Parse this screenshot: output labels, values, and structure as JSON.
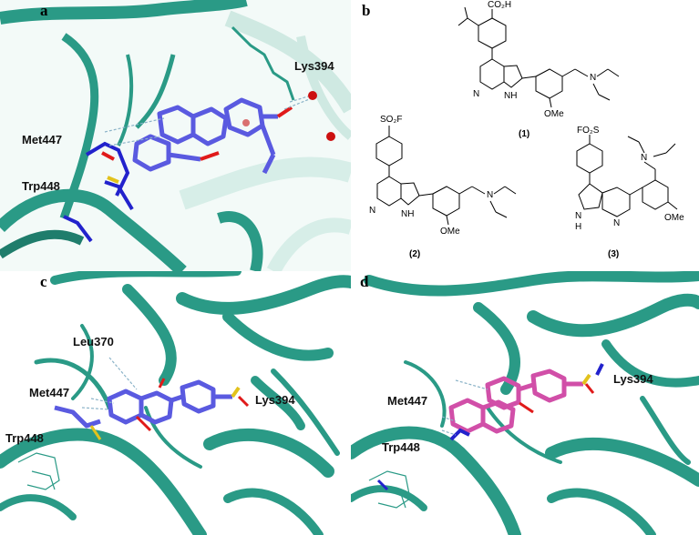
{
  "panels": {
    "a": {
      "label": "a",
      "residues": {
        "lys": "Lys394",
        "met": "Met447",
        "trp": "Trp448"
      }
    },
    "b": {
      "label": "b",
      "compounds": {
        "c1": {
          "id": "(1)",
          "acid": "CO₂H",
          "nh": "NH",
          "ome": "OMe",
          "n": "N",
          "ring_n": "N"
        },
        "c2": {
          "id": "(2)",
          "group": "SO₂F",
          "nh": "NH",
          "ome": "OMe",
          "n": "N",
          "ring_n": "N"
        },
        "c3": {
          "id": "(3)",
          "group": "FO₂S",
          "nh": "N",
          "h": "H",
          "ome": "OMe",
          "n": "N",
          "ring_n": "N"
        }
      }
    },
    "c": {
      "label": "c",
      "residues": {
        "leu": "Leu370",
        "met": "Met447",
        "lys": "Lys394",
        "trp": "Trp448"
      }
    },
    "d": {
      "label": "d",
      "residues": {
        "lys": "Lys394",
        "met": "Met447",
        "trp": "Trp448"
      }
    }
  },
  "colors": {
    "ribbon": "#2a9a86",
    "ribbon_dark": "#1f7d6c",
    "ribbon_light": "#bfe1d8",
    "ligand_blue": "#5a5ae0",
    "ligand_pink": "#d14fa8",
    "oxygen": "#e01a1a",
    "nitrogen": "#2222cc",
    "sulfur": "#e2c21c",
    "water": "#cc1010"
  }
}
